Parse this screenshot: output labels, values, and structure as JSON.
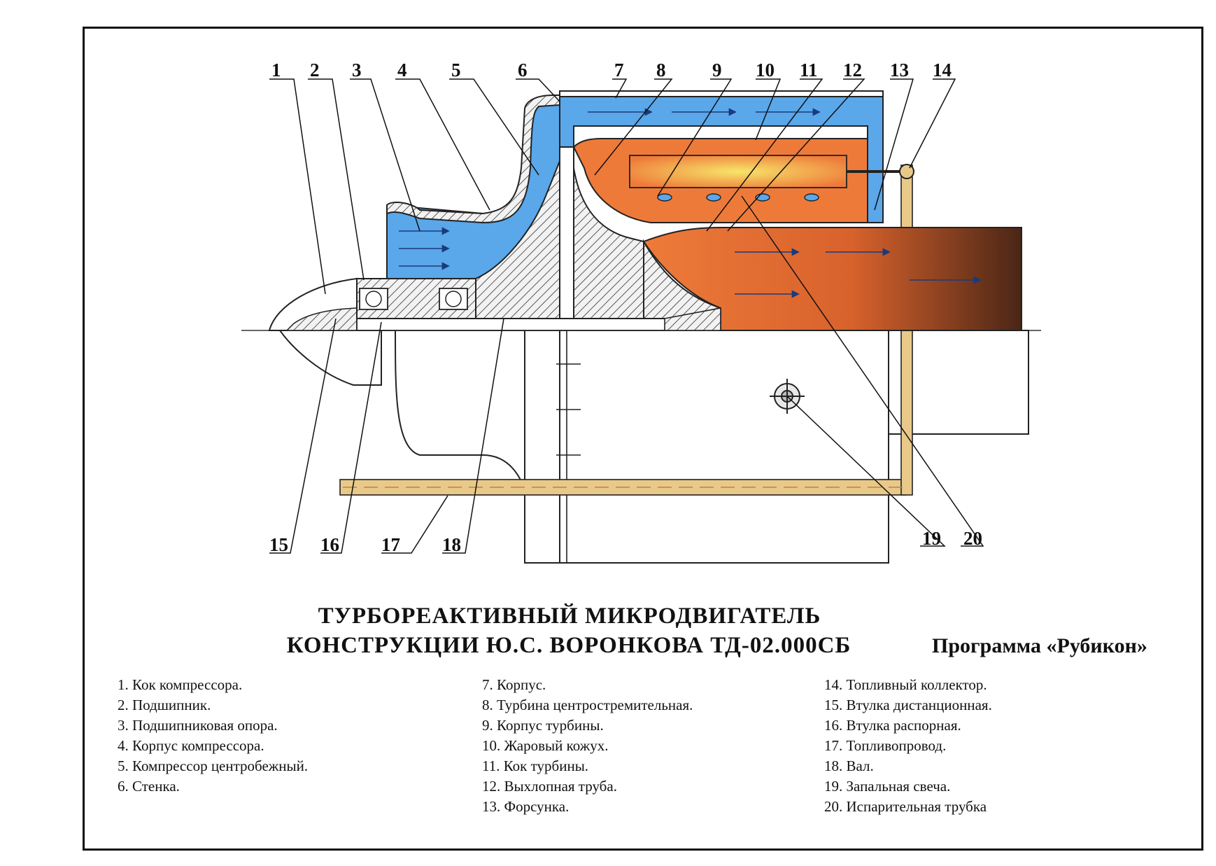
{
  "diagram": {
    "callouts_top": [
      "1",
      "2",
      "3",
      "4",
      "5",
      "6",
      "7",
      "8",
      "9",
      "10",
      "11",
      "12",
      "13",
      "14"
    ],
    "callouts_bottom": [
      "15",
      "16",
      "17",
      "18",
      "19",
      "20"
    ],
    "colors": {
      "cold_air": "#5aa7ea",
      "hot_gas": "#ee7a3a",
      "flame_core": "#f7e56a",
      "exhaust_dark": "#4a2616",
      "fuel_line": "#e9c98a",
      "outline": "#222222"
    }
  },
  "title": {
    "line1": "ТУРБОРЕАКТИВНЫЙ   МИКРОДВИГАТЕЛЬ",
    "line2": "КОНСТРУКЦИИ   Ю.С.   ВОРОНКОВА   ТД-02.000СБ",
    "program": "Программа «Рубикон»"
  },
  "legend": {
    "col1": [
      "1. Кок компрессора.",
      "2. Подшипник.",
      "3. Подшипниковая опора.",
      "4. Корпус компрессора.",
      "5. Компрессор центробежный.",
      "6. Стенка."
    ],
    "col2": [
      "7. Корпус.",
      "8. Турбина центростремительная.",
      "9. Корпус турбины.",
      "10. Жаровый кожух.",
      "11. Кок турбины.",
      "12. Выхлопная труба.",
      "13. Форсунка."
    ],
    "col3": [
      "14. Топливный коллектор.",
      "15. Втулка дистанционная.",
      "16. Втулка распорная.",
      "17. Топливопровод.",
      "18. Вал.",
      "19. Запальная свеча.",
      "20. Испарительная трубка"
    ]
  }
}
